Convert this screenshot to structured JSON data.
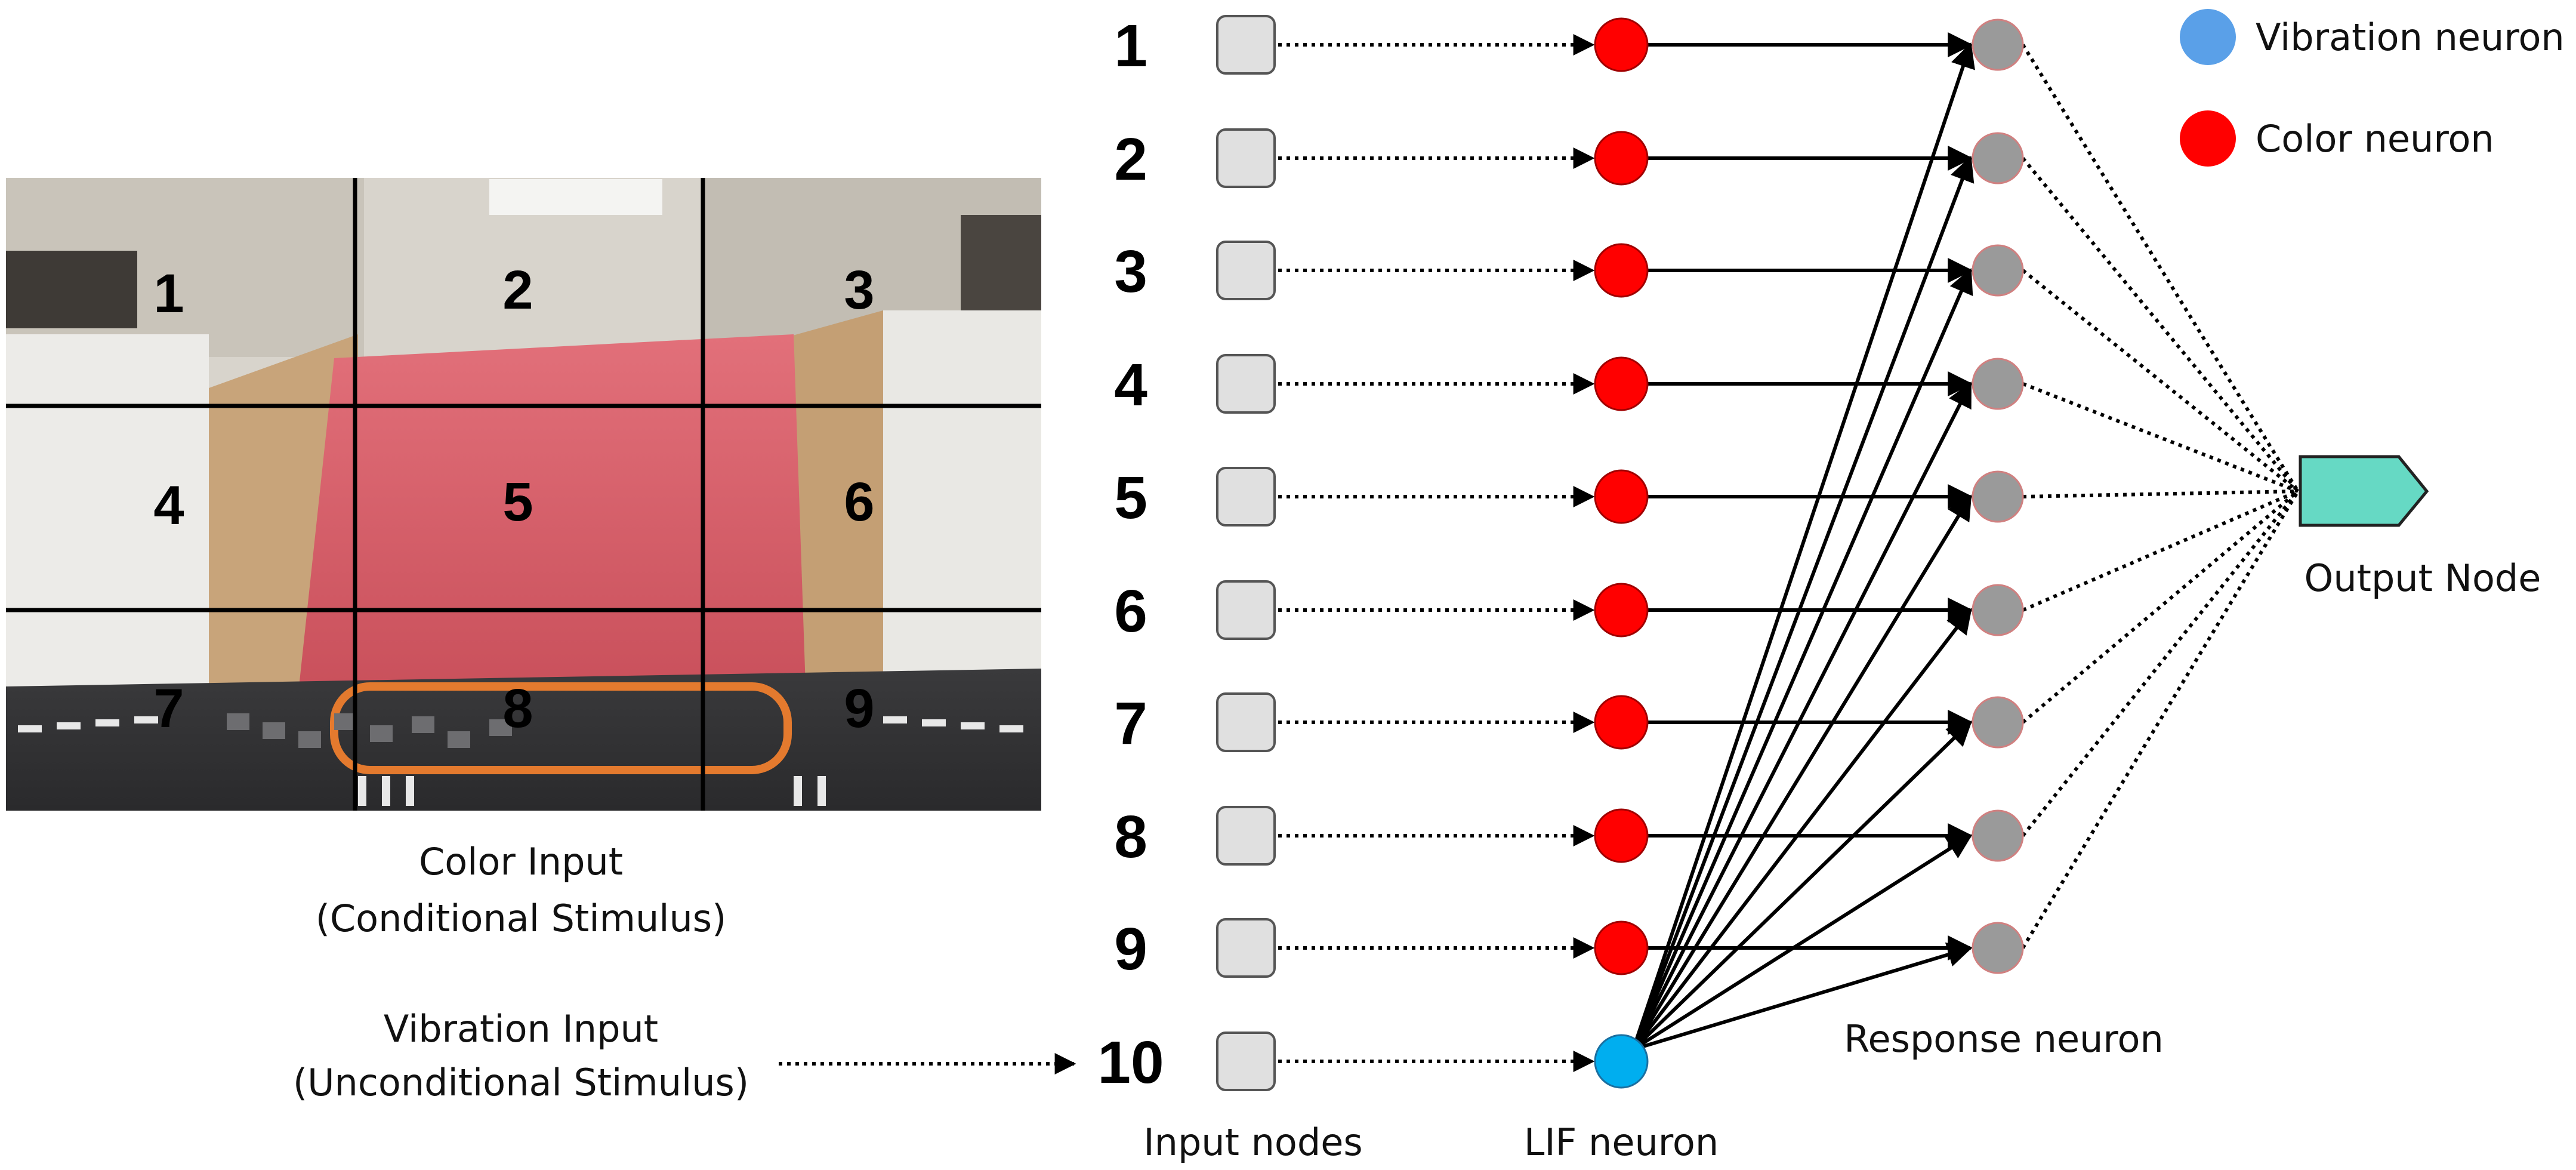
{
  "photo": {
    "grid_labels": [
      "1",
      "2",
      "3",
      "4",
      "5",
      "6",
      "7",
      "8",
      "9"
    ],
    "caption_line1": "Color Input",
    "caption_line2": "(Conditional Stimulus)"
  },
  "vibration_input": {
    "line1": "Vibration Input",
    "line2": "(Unconditional Stimulus)"
  },
  "rows": [
    "1",
    "2",
    "3",
    "4",
    "5",
    "6",
    "7",
    "8",
    "9",
    "10"
  ],
  "labels": {
    "input_nodes": "Input nodes",
    "lif_neuron": "LIF neuron",
    "response_neuron": "Response neuron",
    "output_node": "Output Node"
  },
  "legend": {
    "vibration": "Vibration neuron",
    "color": "Color neuron"
  },
  "colors": {
    "color_neuron": "#ff0000",
    "vibration_neuron": "#00aeef",
    "legend_vibration": "#5aa0e8",
    "response_neuron": "#9a9a9a",
    "input_node": "#e0e0e0",
    "output_node": "#66d9c4",
    "cloth": "#d9606a"
  }
}
